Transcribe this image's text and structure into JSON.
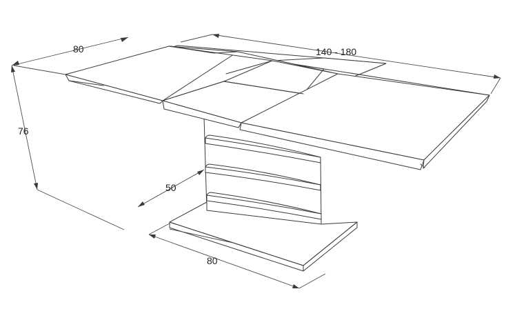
{
  "dimensions": {
    "table_width": "80",
    "table_length": "140 - 180",
    "table_height": "76",
    "base_depth": "50",
    "base_width": "80"
  }
}
